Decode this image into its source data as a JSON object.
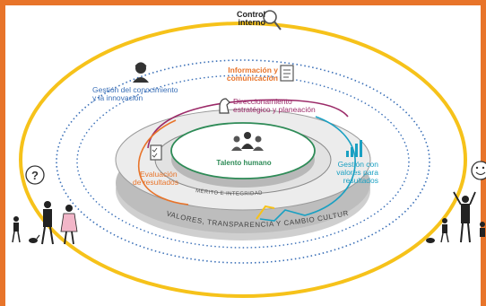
{
  "header": {
    "title_line1": "Control",
    "title_line2": "interno"
  },
  "dimensions": {
    "knowledge": {
      "line1": "Gestión del conocimiento",
      "line2": "y la innovación"
    },
    "information": {
      "line1": "Información y",
      "line2": "comunicación"
    },
    "strategy": {
      "line1": "Direccionamiento",
      "line2": "estratégico y planeación"
    },
    "talent": {
      "label": "Talento humano"
    },
    "management": {
      "line1": "Gestión con",
      "line2": "valores para",
      "line3": "resultados"
    },
    "evaluation": {
      "line1": "Evaluación",
      "line2": "de resultados"
    }
  },
  "rings": {
    "merit": "MÉRITO E INTEGRIDAD",
    "values": "VALORES, TRANSPARENCIA Y CAMBIO CULTURAL"
  },
  "colors": {
    "border": "#e8742a",
    "control_ring": "#f6c21a",
    "information_orange": "#e8742a",
    "strategy_purple": "#9b2a68",
    "management_teal": "#1aa0c2",
    "evaluation_orange": "#e8742a",
    "talent_green": "#2e8b57",
    "dotted_blue": "#3a6fb7"
  },
  "icons": [
    "magnifier-icon",
    "person-headset-icon",
    "document-icon",
    "chess-knight-icon",
    "people-group-icon",
    "bar-chart-icon",
    "checklist-icon",
    "question-face-icon",
    "smiley-face-icon"
  ]
}
